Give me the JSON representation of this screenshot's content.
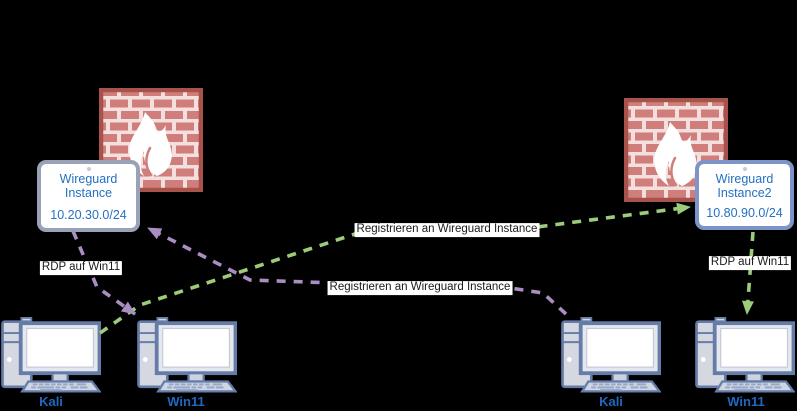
{
  "background": "#000000",
  "colors": {
    "green": "#9BCB7B",
    "purple": "#A98EC4",
    "node_text_blue": "#2470C2",
    "firewall_border": "#A8524C",
    "firewall_brick": "#CF7E7B",
    "firewall_mortar": "#F3DFDE",
    "pc_outline": "#657CA8",
    "wireguard1_border": "#99A2B6",
    "wireguard2_border": "#7C94C8"
  },
  "icons": {
    "firewall": "firewall-brick-wall-with-flame",
    "computer": "desktop-pc-tower-monitor-keyboard"
  },
  "nodes": {
    "wireguard1": {
      "title": "Wireguard Instance",
      "subnet": "10.20.30.0/24"
    },
    "wireguard2": {
      "title": "Wireguard Instance2",
      "subnet": "10.80.90.0/24"
    },
    "kali_left": {
      "label": "Kali"
    },
    "win11_left": {
      "label": "Win11"
    },
    "kali_right": {
      "label": "Kali"
    },
    "win11_right": {
      "label": "Win11"
    }
  },
  "edges": {
    "register_kali_left_to_wireguard2": {
      "label": "Registrieren an Wireguard Instance",
      "color": "green"
    },
    "register_kali_right_to_wireguard1": {
      "label": "Registrieren an Wireguard Instance",
      "color": "purple"
    },
    "rdp_wireguard1_to_win11_left": {
      "label": "RDP auf Win11",
      "color": "purple"
    },
    "rdp_wireguard2_to_win11_right": {
      "label": "RDP auf Win11",
      "color": "green"
    }
  }
}
